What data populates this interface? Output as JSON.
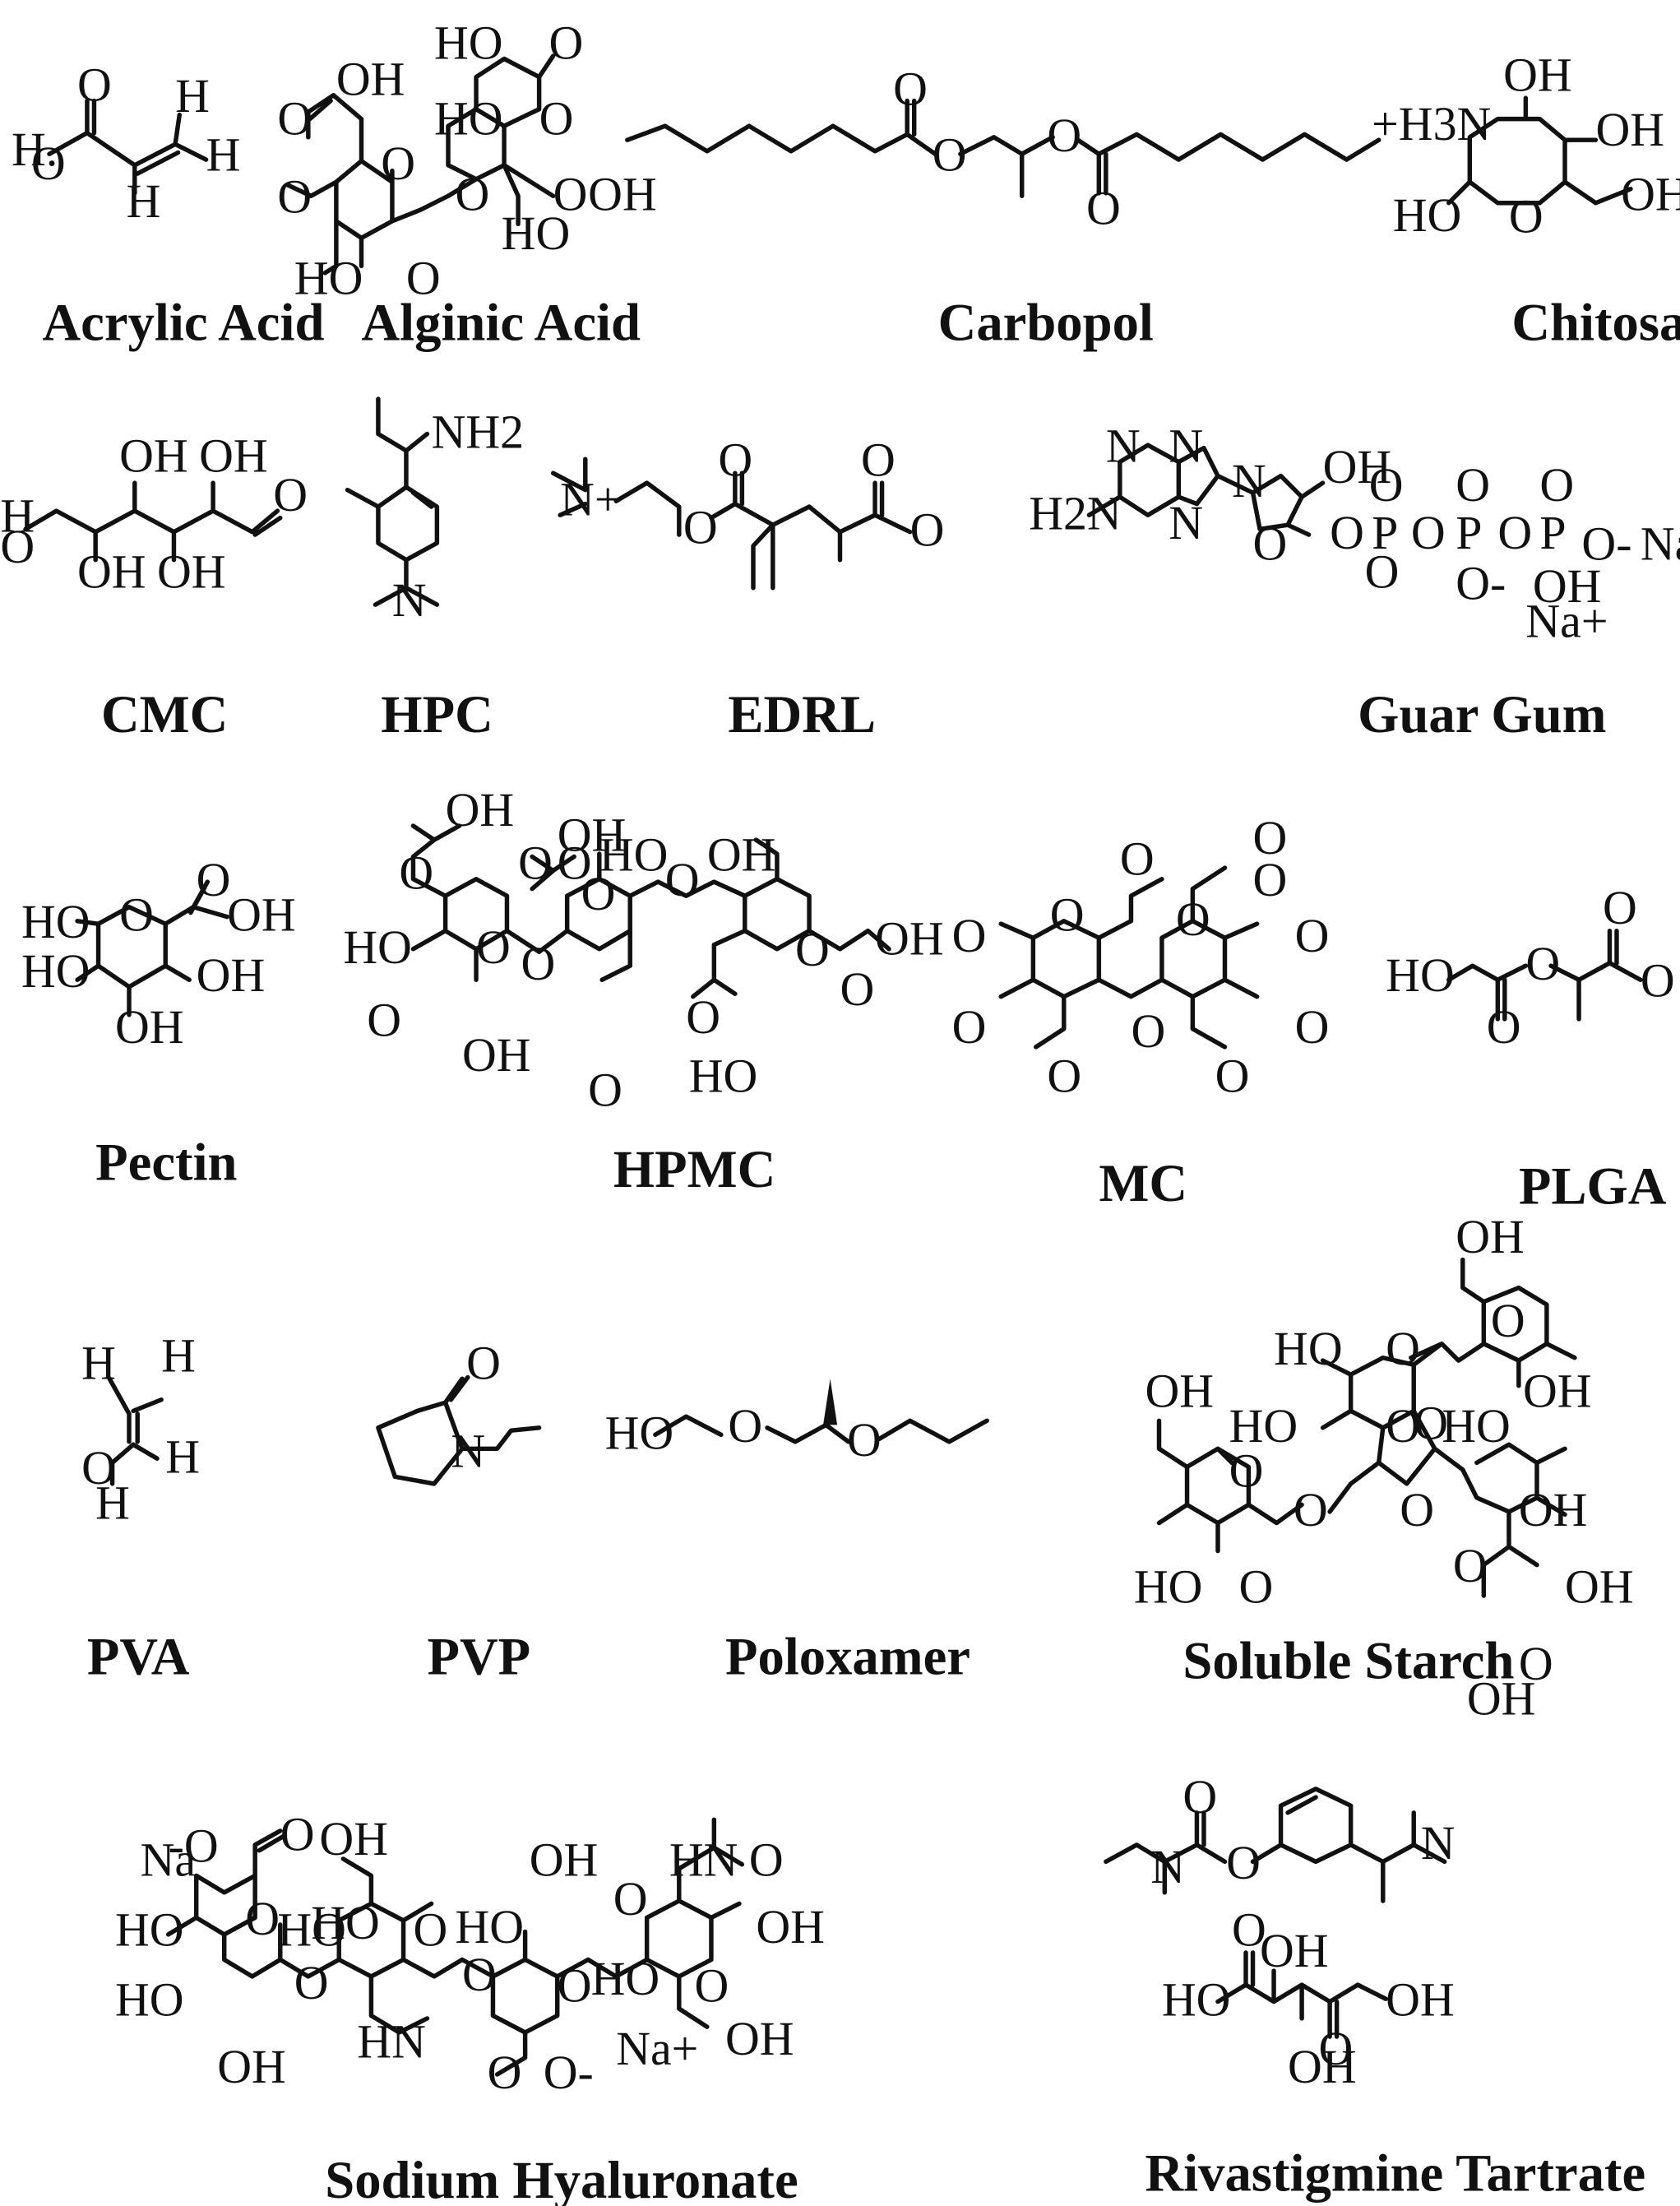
{
  "colors": {
    "ink": "#111111",
    "background": "#ffffff"
  },
  "captions": [
    "Acrylic Acid",
    "Alginic Acid",
    "Carbopol",
    "Chitosan",
    "CMC",
    "HPC",
    "EDRL",
    "Guar Gum",
    "Pectin",
    "HPMC",
    "MC",
    "PLGA",
    "PVA",
    "PVP",
    "Poloxamer",
    "Soluble Starch",
    "Sodium Hyaluronate",
    "Rivastigmine Tartrate"
  ],
  "atom_labels": {
    "acrylic": [
      "O",
      "H",
      "H",
      "H",
      "H.",
      "O"
    ],
    "alginic": [
      "OH",
      "O",
      "HO",
      "O",
      "HO",
      "O",
      "O",
      "O",
      "O",
      "O",
      "HO",
      "OH",
      "HO",
      "O"
    ],
    "carbopol": [
      "O",
      "O",
      "O",
      "O"
    ],
    "chitosan": [
      "+H3N",
      "OH",
      "OH",
      "HO",
      "O",
      "OH"
    ],
    "cmc": [
      "OH",
      "OH",
      "O",
      "OH",
      "OH",
      "H",
      "O"
    ],
    "hpc": [
      "NH2",
      "N"
    ],
    "edrl": [
      "N+",
      "O",
      "O",
      "O",
      "O"
    ],
    "guar": [
      "N",
      "N",
      "N",
      "N",
      "H2N",
      "OH",
      "O",
      "O",
      "P",
      "O",
      "O",
      "O",
      "P",
      "O",
      "O",
      "O-",
      "P",
      "O",
      "OH",
      "O-",
      "Na+",
      "Na"
    ],
    "pectin": [
      "O",
      "OH",
      "HO",
      "HO",
      "OH",
      "OH",
      "O"
    ],
    "hpmc": [
      "OH",
      "O",
      "HO",
      "O",
      "O",
      "OH",
      "O",
      "O",
      "O",
      "OH",
      "O",
      "HO",
      "O",
      "OH",
      "O",
      "HO",
      "O",
      "O",
      "OH",
      "O"
    ],
    "mc": [
      "O",
      "O",
      "O",
      "O",
      "O",
      "O",
      "O",
      "O",
      "O",
      "O",
      "O",
      "O"
    ],
    "plga": [
      "HO",
      "O",
      "O",
      "O",
      "O"
    ],
    "pva": [
      "H",
      "H",
      "H",
      "O",
      "H"
    ],
    "pvp": [
      "O",
      "N"
    ],
    "poloxamer": [
      "HO",
      "O",
      "O"
    ],
    "starch": [
      "OH",
      "O",
      "HO",
      "O",
      "OH",
      "O",
      "HO",
      "O",
      "HO",
      "OH",
      "O",
      "O",
      "HO",
      "O",
      "O",
      "OH",
      "O",
      "OH",
      "O",
      "OH"
    ],
    "hyaluronate": [
      "Na",
      "-O",
      "O",
      "HO",
      "O",
      "HO",
      "O",
      "HO",
      "OH",
      "OH",
      "HO",
      "O",
      "HN",
      "O",
      "OH",
      "HO",
      "O",
      "O",
      "O",
      "O-",
      "Na+",
      "HN",
      "O",
      "OH",
      "HO",
      "O",
      "OH"
    ],
    "rivastigmine": [
      "O",
      "N",
      "O",
      "N",
      "OH",
      "O",
      "HO",
      "OH",
      "O",
      "OH"
    ]
  }
}
